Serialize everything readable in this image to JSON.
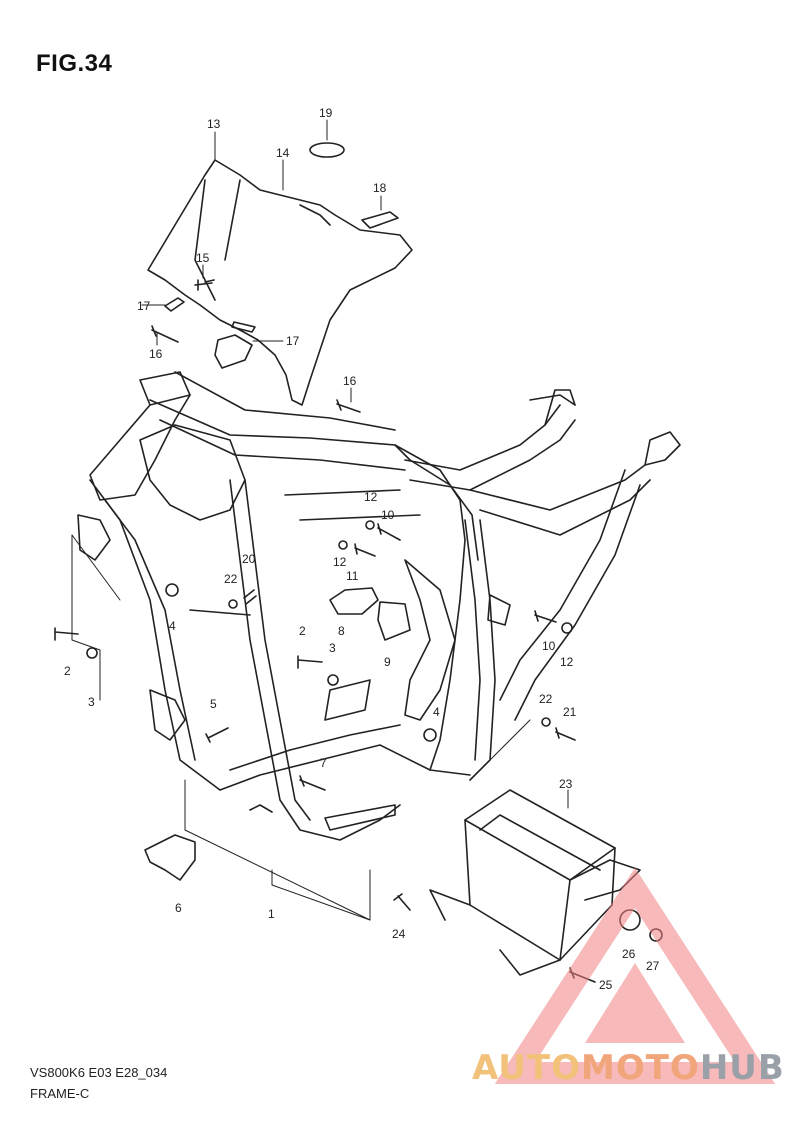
{
  "figure": {
    "title": "FIG.34",
    "code": "VS800K6 E03 E28_034",
    "name": "FRAME-C"
  },
  "callouts": [
    {
      "id": "c13",
      "text": "13"
    },
    {
      "id": "c14",
      "text": "14"
    },
    {
      "id": "c19",
      "text": "19"
    },
    {
      "id": "c18",
      "text": "18"
    },
    {
      "id": "c15",
      "text": "15"
    },
    {
      "id": "c17a",
      "text": "17"
    },
    {
      "id": "c17b",
      "text": "17"
    },
    {
      "id": "c16a",
      "text": "16"
    },
    {
      "id": "c16b",
      "text": "16"
    },
    {
      "id": "c12a",
      "text": "12"
    },
    {
      "id": "c10a",
      "text": "10"
    },
    {
      "id": "c12b",
      "text": "12"
    },
    {
      "id": "c11",
      "text": "11"
    },
    {
      "id": "c20",
      "text": "20"
    },
    {
      "id": "c22a",
      "text": "22"
    },
    {
      "id": "c4a",
      "text": "4"
    },
    {
      "id": "c8",
      "text": "8"
    },
    {
      "id": "c10b",
      "text": "10"
    },
    {
      "id": "c12c",
      "text": "12"
    },
    {
      "id": "c2a",
      "text": "2"
    },
    {
      "id": "c3a",
      "text": "3"
    },
    {
      "id": "c9",
      "text": "9"
    },
    {
      "id": "c2b",
      "text": "2"
    },
    {
      "id": "c3b",
      "text": "3"
    },
    {
      "id": "c22b",
      "text": "22"
    },
    {
      "id": "c21",
      "text": "21"
    },
    {
      "id": "c5",
      "text": "5"
    },
    {
      "id": "c4b",
      "text": "4"
    },
    {
      "id": "c7",
      "text": "7"
    },
    {
      "id": "c23",
      "text": "23"
    },
    {
      "id": "c6",
      "text": "6"
    },
    {
      "id": "c1",
      "text": "1"
    },
    {
      "id": "c24",
      "text": "24"
    },
    {
      "id": "c26",
      "text": "26"
    },
    {
      "id": "c27",
      "text": "27"
    },
    {
      "id": "c25",
      "text": "25"
    }
  ],
  "watermark": {
    "part_a": "AUTO",
    "part_b": "MOTO",
    "part_c": "HUB",
    "color_a": "#f2c17a",
    "color_b": "#f0a57a",
    "color_c": "#9aa0a8",
    "triangle_color": "#f08080"
  }
}
